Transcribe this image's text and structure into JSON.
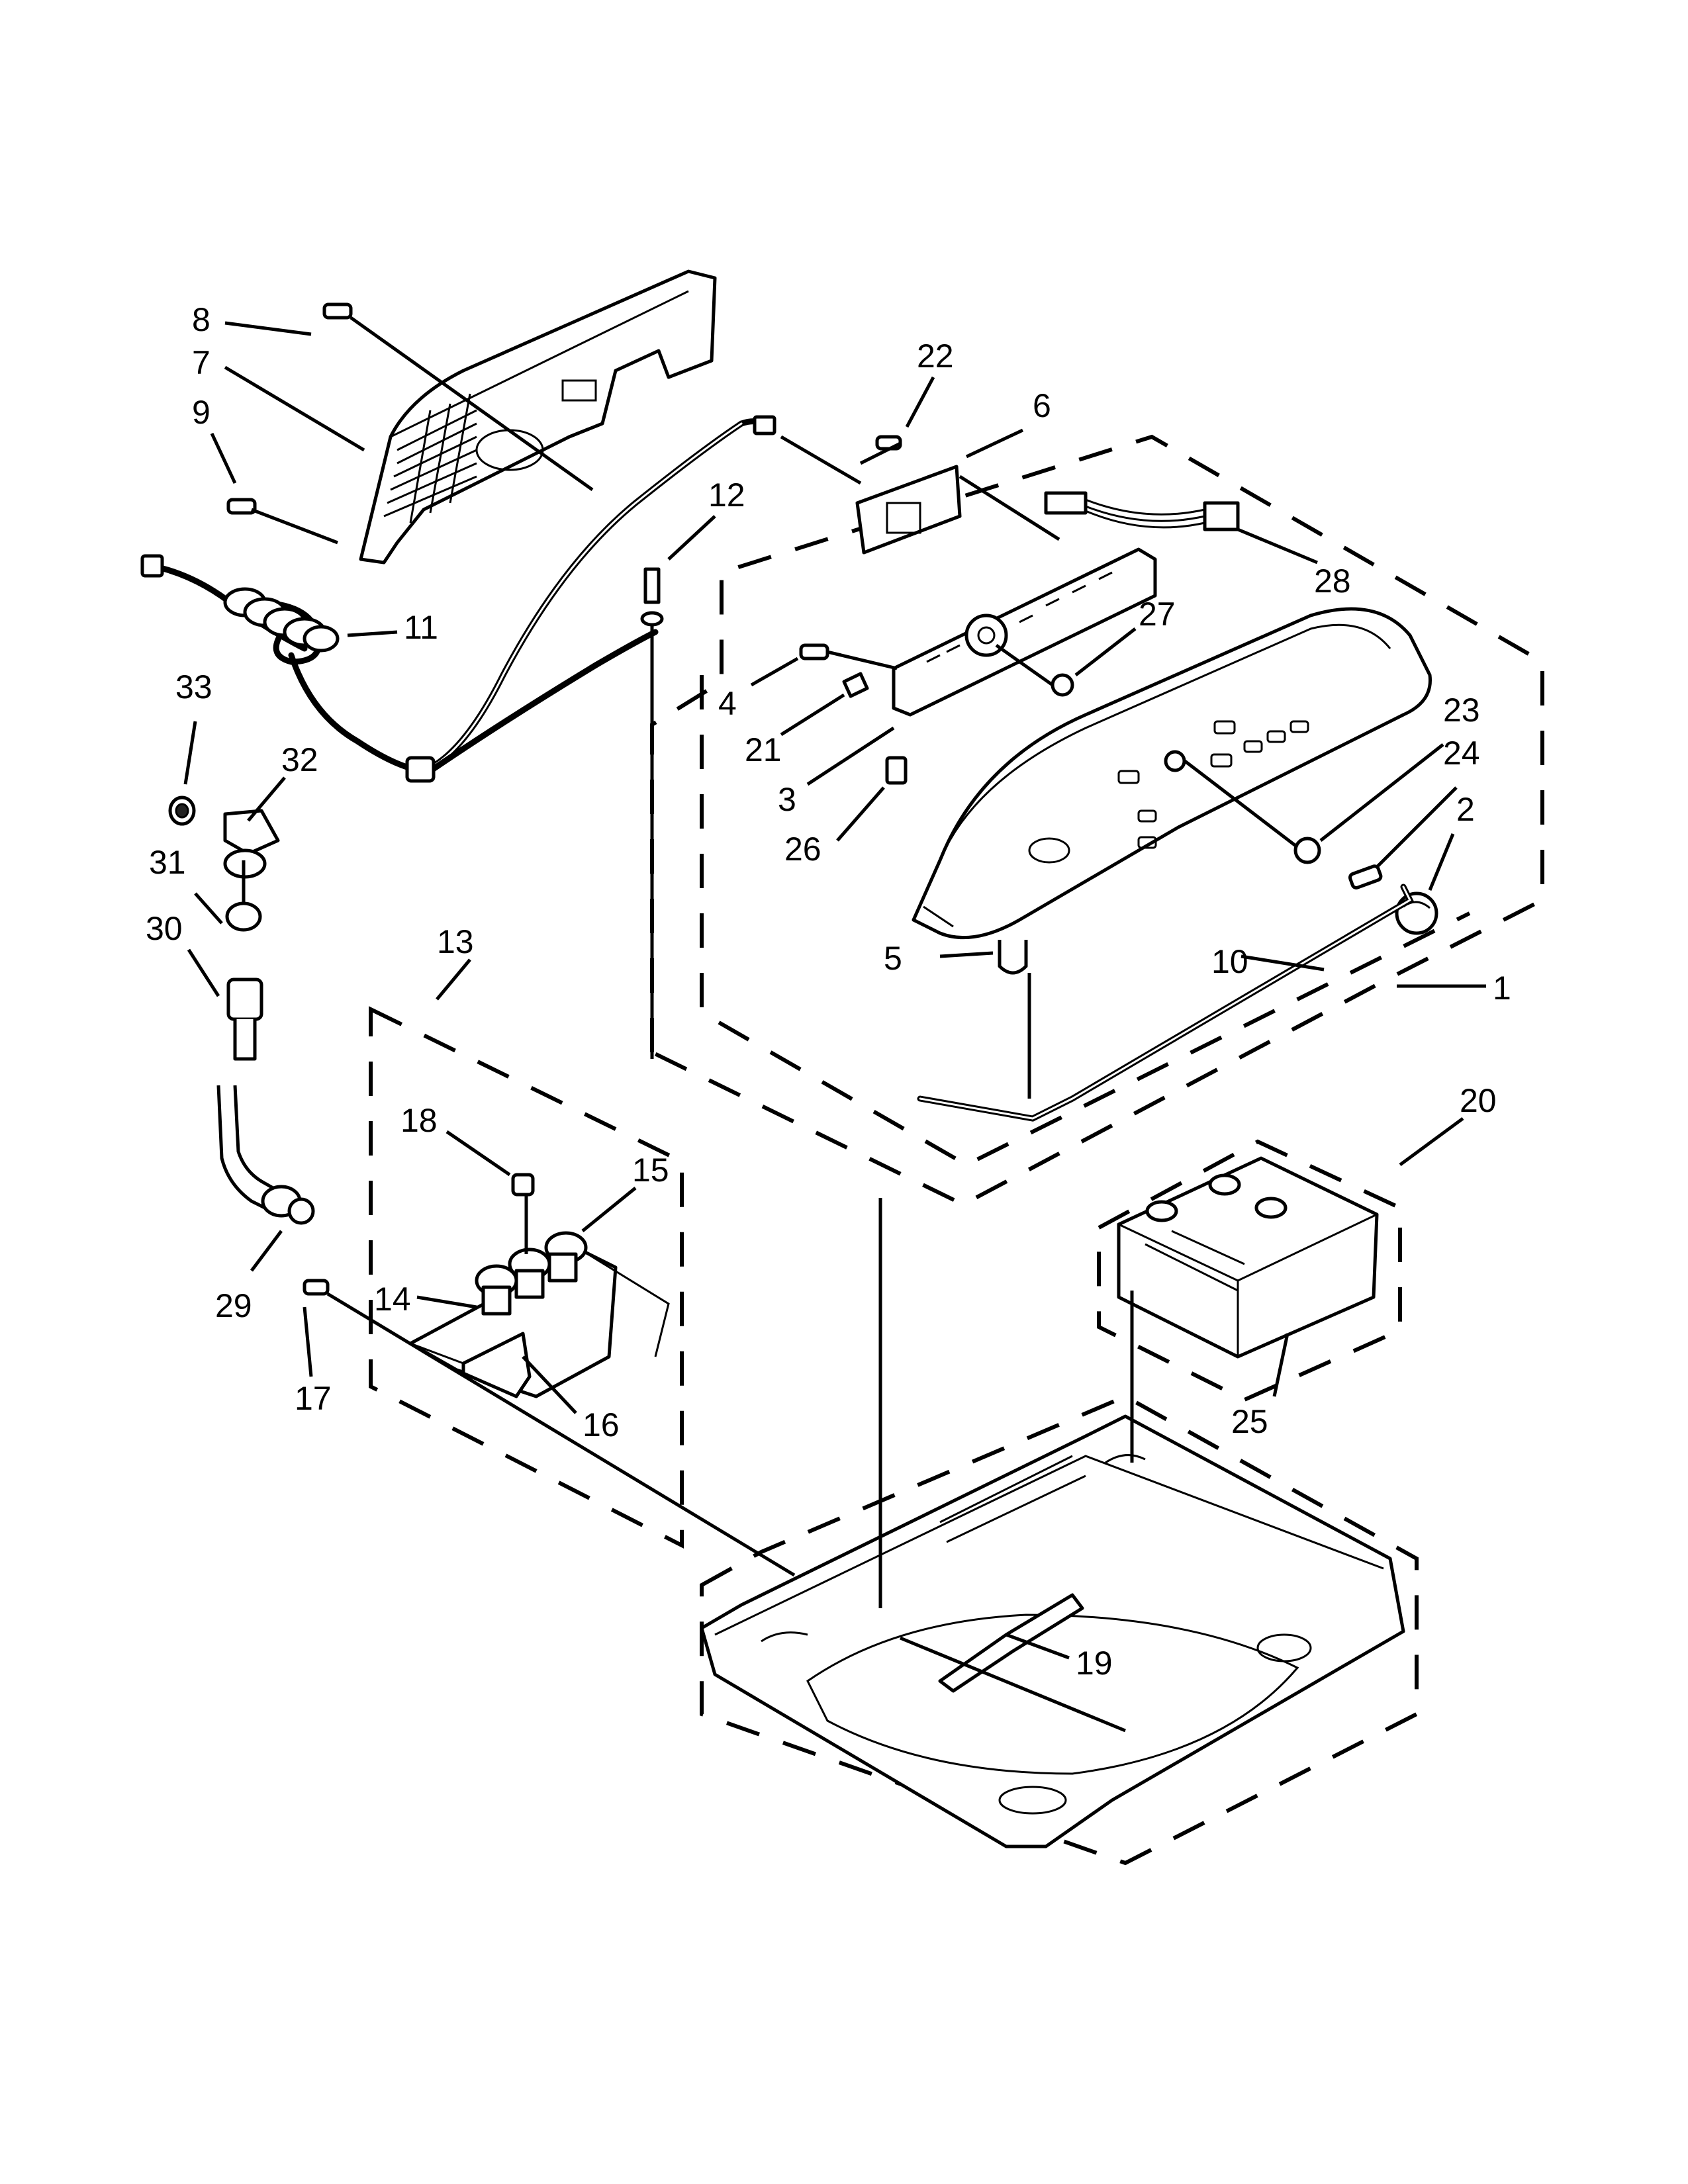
{
  "callouts": [
    "1",
    "2",
    "3",
    "4",
    "5",
    "6",
    "7",
    "8",
    "9",
    "10",
    "11",
    "12",
    "13",
    "14",
    "15",
    "16",
    "17",
    "18",
    "19",
    "20",
    "21",
    "22",
    "23",
    "24",
    "25",
    "26",
    "27",
    "28",
    "29",
    "30",
    "31",
    "32",
    "33"
  ]
}
